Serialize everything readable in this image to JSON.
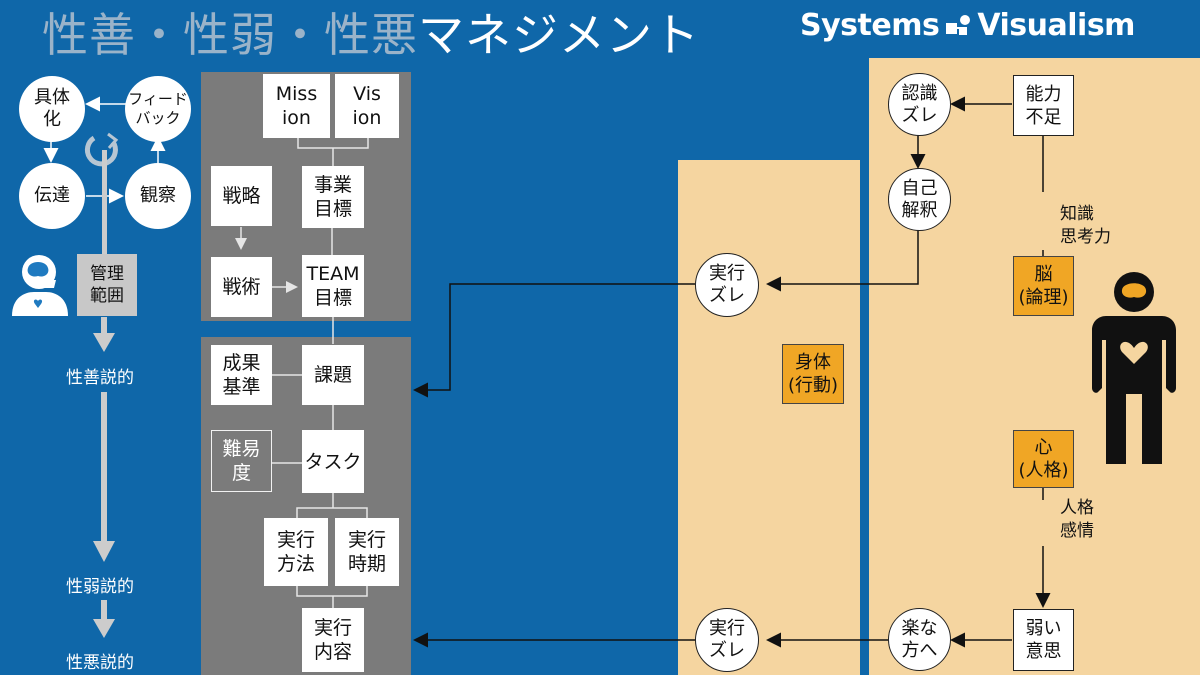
{
  "title": {
    "part1": "性善・性弱・性悪",
    "part2": "マネジメント"
  },
  "brand": {
    "left": "Systems",
    "right": "Visualism"
  },
  "cycle": {
    "concretize": "具体\n化",
    "feedback": "フィード\nバック",
    "transmit": "伝達",
    "observe": "観察"
  },
  "management": {
    "label": "管理\n範囲"
  },
  "theories": {
    "good": "性善説的",
    "weak": "性弱説的",
    "evil": "性悪説的"
  },
  "planning": {
    "mission": "Miss\nion",
    "vision": "Vis\nion",
    "business_goal": "事業\n目標",
    "strategy": "戦略",
    "tactics": "戦術",
    "team_goal": "TEAM\n目標"
  },
  "execution": {
    "result_criteria": "成果\n基準",
    "issue": "課題",
    "difficulty": "難易\n度",
    "task": "タスク",
    "method": "実行\n方法",
    "timing": "実行\n時期",
    "content": "実行\n内容"
  },
  "middle": {
    "gap_top": "実行\nズレ",
    "body": "身体\n(行動)",
    "gap_bottom": "実行\nズレ"
  },
  "right": {
    "recognition_gap": "認識\nズレ",
    "ability_lack": "能力\n不足",
    "self_interpretation": "自己\n解釈",
    "knowledge_label": "知識\n思考力",
    "brain": "脳\n(論理)",
    "heart": "心\n(人格)",
    "personality_label": "人格\n感情",
    "weak_will": "弱い\n意思",
    "easy_way": "楽な\n方へ"
  },
  "colors": {
    "background": "#0f67a9",
    "panel_gray": "#7b7b7b",
    "panel_sand": "#f5d5a0",
    "accent_orange": "#f0a625"
  },
  "icons": {
    "head": "head-brain-icon",
    "body": "person-brain-heart-icon",
    "cycle": "refresh-cycle-icon",
    "logo": "systems-visualism-logo-icon"
  }
}
